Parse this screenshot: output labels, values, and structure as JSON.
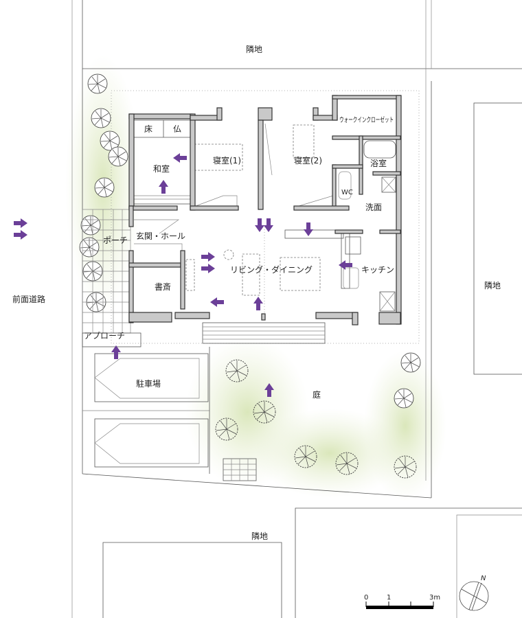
{
  "labels": {
    "neighbor_top": "隣地",
    "neighbor_right": "隣地",
    "neighbor_bottom": "隣地",
    "front_road": "前面道路",
    "tokonoma": "床",
    "butsudan": "仏",
    "washitsu": "和室",
    "bedroom1": "寝室(1)",
    "bedroom2": "寝室(2)",
    "walk_in_closet": "ウォークインクローゼット",
    "bathroom": "浴室",
    "wc": "WC",
    "washroom": "洗面",
    "kitchen": "キッチン",
    "porch": "ポーチ",
    "entrance_hall": "玄関・ホール",
    "living_dining": "リビング・ダイニング",
    "study": "書斎",
    "approach": "アプローチ",
    "parking": "駐車場",
    "garden": "庭"
  },
  "scale_bar": {
    "ticks": [
      "0",
      "1",
      "3m"
    ],
    "unit": "m"
  },
  "north": {
    "label": "N"
  },
  "colors": {
    "arrow": "#6b3f98",
    "wall": "#c9c9c9",
    "greenery": "#dfe9c4"
  }
}
